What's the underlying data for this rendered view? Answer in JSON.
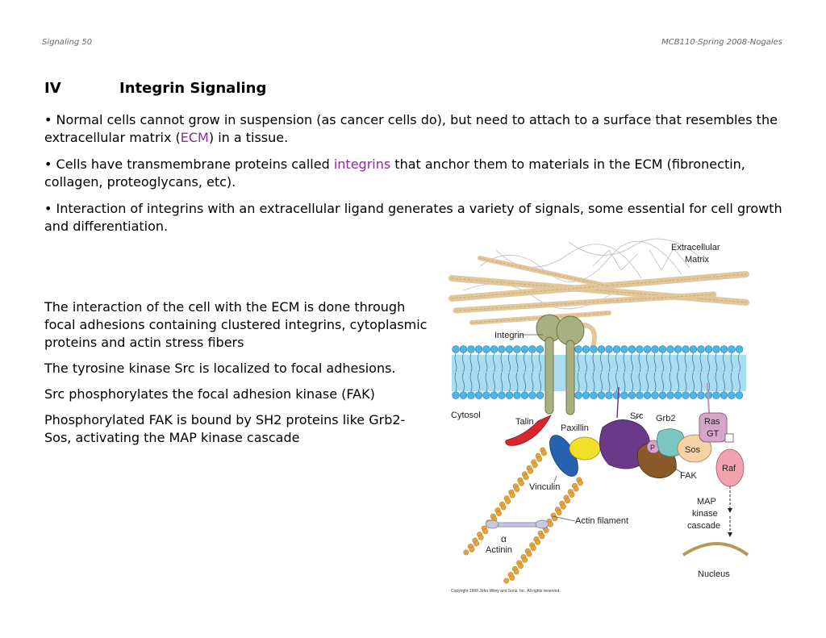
{
  "header": {
    "left": "Signaling 50",
    "right": "MCB110-Spring 2008-Nogales"
  },
  "title": {
    "roman": "IV",
    "text": "Integrin Signaling"
  },
  "bullets": [
    {
      "pre": "Normal cells cannot grow in suspension (as cancer cells do), but need to attach to a surface that resembles the extracellular matrix (",
      "highlight": "ECM",
      "post": ") in a tissue."
    },
    {
      "pre": "Cells have transmembrane proteins called ",
      "highlight": "integrins",
      "post": " that anchor them to materials in the ECM (fibronectin, collagen, proteoglycans, etc)."
    },
    {
      "pre": "Interaction of integrins with an extracellular ligand generates a variety of signals, some essential for cell growth and differentiation.",
      "highlight": "",
      "post": ""
    }
  ],
  "left_paragraphs": [
    "The interaction of the cell with the ECM is done through focal adhesions containing clustered integrins, cytoplasmic proteins and actin stress fibers",
    "The tyrosine kinase Src is localized to focal adhesions.",
    "Src phosphorylates the focal adhesion kinase (FAK)",
    "Phosphorylated FAK is bound by SH2 proteins like Grb2-Sos, activating the MAP kinase cascade"
  ],
  "figure": {
    "labels": {
      "ecm_line1": "Extracellular",
      "ecm_line2": "Matrix",
      "integrin": "Integrin",
      "cytosol": "Cytosol",
      "talin": "Talin",
      "paxillin": "Paxillin",
      "src": "Src",
      "grb2": "Grb2",
      "ras": "Ras",
      "gt": "GT",
      "p": "P",
      "sos": "Sos",
      "raf": "Raf",
      "fak": "FAK",
      "vinculin": "Vinculin",
      "actin_filament": "Actin filament",
      "alpha": "α",
      "actinin": "Actinin",
      "map1": "MAP",
      "map2": "kinase",
      "map3": "cascade",
      "nucleus": "Nucleus",
      "copyright": "Copyright 1999 John Wiley and Sons, Inc. All rights reserved."
    },
    "colors": {
      "membrane_head": "#4fb5e6",
      "membrane_core": "#a9dcef",
      "integrin": "#a9b07f",
      "talin": "#d8262e",
      "paxillin": "#f2df2a",
      "vinculin": "#2563b0",
      "src": "#6a3a88",
      "fak": "#8b5a2b",
      "grb2": "#7cc6c2",
      "sos": "#f7d2a6",
      "ras": "#d6a5c9",
      "raf": "#f3a3b0",
      "actin": "#e6a43a",
      "nucleus": "#b39a55",
      "fiber": "#e2c79a"
    }
  }
}
